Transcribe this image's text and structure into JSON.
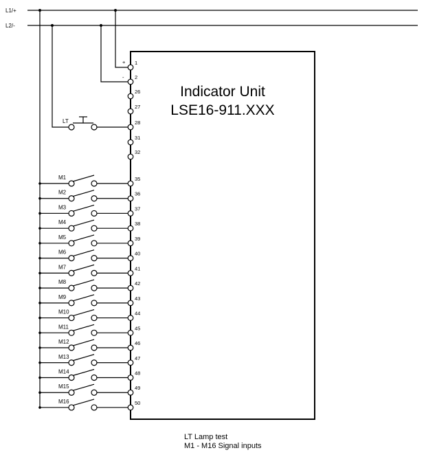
{
  "rails": {
    "l1": "L1/+",
    "l2": "L2/-"
  },
  "unit": {
    "line1": "Indicator Unit",
    "line2": "LSE16-911.XXX"
  },
  "power_terminals": [
    {
      "num": "1",
      "sign": "+"
    },
    {
      "num": "2",
      "sign": "-"
    }
  ],
  "spare_terminals_upper": [
    "26",
    "27"
  ],
  "lamp_test": {
    "label": "LT",
    "terminal": "28"
  },
  "spare_terminals_lower": [
    "31",
    "32"
  ],
  "signal_inputs": [
    {
      "label": "M1",
      "terminal": "35"
    },
    {
      "label": "M2",
      "terminal": "36"
    },
    {
      "label": "M3",
      "terminal": "37"
    },
    {
      "label": "M4",
      "terminal": "38"
    },
    {
      "label": "M5",
      "terminal": "39"
    },
    {
      "label": "M6",
      "terminal": "40"
    },
    {
      "label": "M7",
      "terminal": "41"
    },
    {
      "label": "M8",
      "terminal": "42"
    },
    {
      "label": "M9",
      "terminal": "43"
    },
    {
      "label": "M10",
      "terminal": "44"
    },
    {
      "label": "M11",
      "terminal": "45"
    },
    {
      "label": "M12",
      "terminal": "46"
    },
    {
      "label": "M13",
      "terminal": "47"
    },
    {
      "label": "M14",
      "terminal": "48"
    },
    {
      "label": "M15",
      "terminal": "49"
    },
    {
      "label": "M16",
      "terminal": "50"
    }
  ],
  "legend": [
    "LT Lamp test",
    "M1 - M16 Signal inputs"
  ]
}
